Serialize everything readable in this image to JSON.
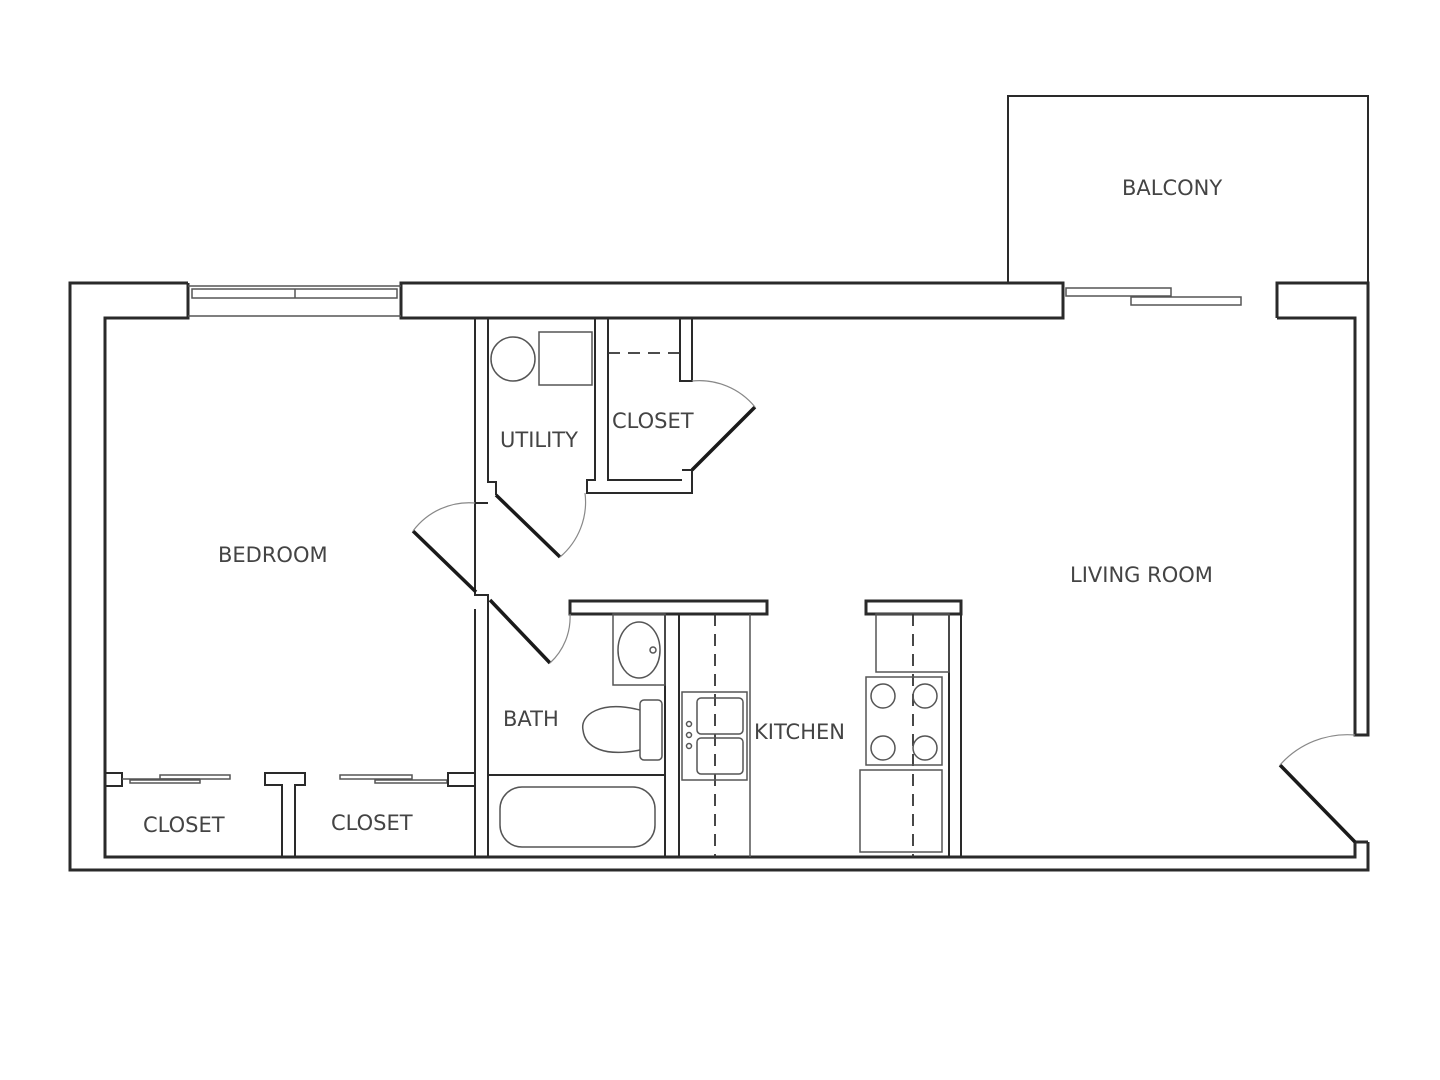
{
  "floor_plan": {
    "rooms": [
      {
        "id": "balcony",
        "label": "BALCONY"
      },
      {
        "id": "bedroom",
        "label": "BEDROOM"
      },
      {
        "id": "utility",
        "label": "UTILITY"
      },
      {
        "id": "hall-closet",
        "label": "CLOSET"
      },
      {
        "id": "living-room",
        "label": "LIVING ROOM"
      },
      {
        "id": "bath",
        "label": "BATH"
      },
      {
        "id": "kitchen",
        "label": "KITCHEN"
      },
      {
        "id": "bedroom-closet-left",
        "label": "CLOSET"
      },
      {
        "id": "bedroom-closet-right",
        "label": "CLOSET"
      }
    ],
    "colors": {
      "wall": "#2a2a2a",
      "label": "#444444",
      "background": "#ffffff"
    }
  }
}
